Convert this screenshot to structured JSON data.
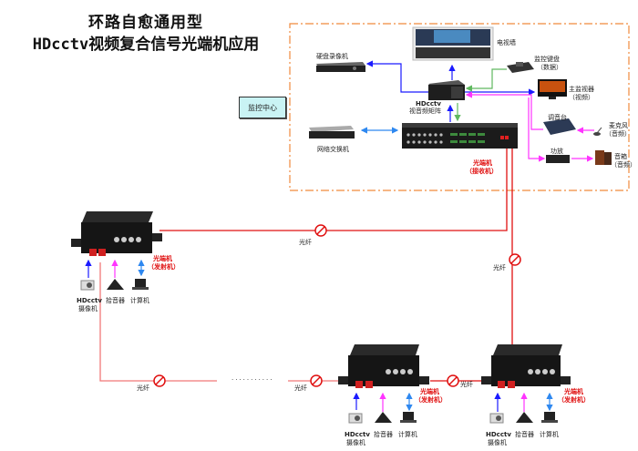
{
  "title": {
    "line1": "环路自愈通用型",
    "line2": "HDcctv视频复合信号光端机应用"
  },
  "control_center": {
    "label": "监控中心",
    "devices": {
      "dvr": "硬盘录像机",
      "video_wall": "电视墙",
      "keyboard": "监控键盘",
      "keyboard_sub": "（数据）",
      "matrix_name": "HDcctv",
      "matrix_sub": "视音频矩阵",
      "main_monitor": "主监视器",
      "main_monitor_sub": "（视频）",
      "mixer": "调音台",
      "microphone": "麦克风",
      "microphone_sub": "（音频）",
      "amplifier": "功放",
      "speaker": "音箱",
      "speaker_sub": "（音频）",
      "switch": "网络交换机",
      "receiver": "光端机",
      "receiver_sub": "（接收机）"
    }
  },
  "nodes": [
    {
      "device": "光端机",
      "role": "（发射机）",
      "camera": "HDcctv",
      "camera_sub": "摄像机",
      "pickup": "拾音器",
      "computer": "计算机"
    },
    {
      "device": "光端机",
      "role": "（发射机）",
      "camera": "HDcctv",
      "camera_sub": "摄像机",
      "pickup": "拾音器",
      "computer": "计算机"
    },
    {
      "device": "光端机",
      "role": "（发射机）",
      "camera": "HDcctv",
      "camera_sub": "摄像机",
      "pickup": "拾音器",
      "computer": "计算机"
    }
  ],
  "fiber_label": "光纤",
  "ellipsis": "...........",
  "colors": {
    "fiber": "#e01010",
    "fiber_light": "#f07878",
    "border": "#f08a3c",
    "video": "#1a1aff",
    "data": "#2e88f0",
    "audio": "#ff33ff",
    "control": "#5fb85f",
    "center_box": "#c9f3f4"
  }
}
